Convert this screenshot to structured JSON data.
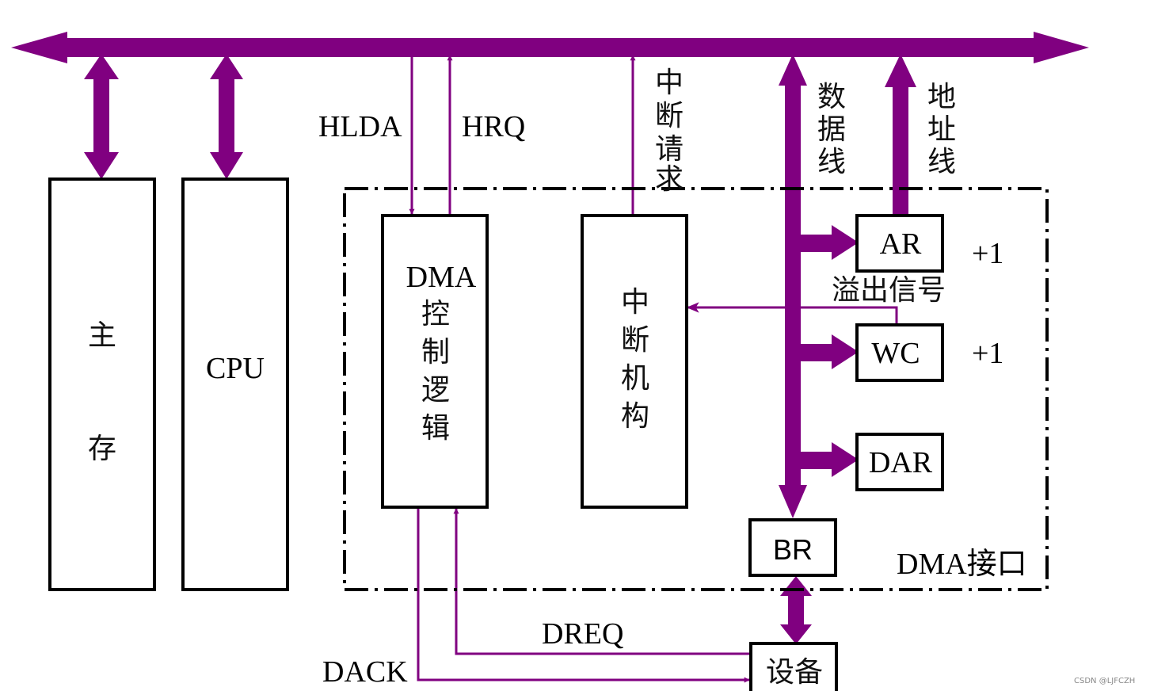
{
  "colors": {
    "bus": "#800080",
    "box_stroke": "#000000",
    "background": "#ffffff"
  },
  "labels": {
    "main_memory": [
      "主",
      "存"
    ],
    "cpu": "CPU",
    "dma_logic_title": "DMA",
    "dma_logic_chars": [
      "控",
      "制",
      "逻",
      "辑"
    ],
    "interrupt_unit": [
      "中",
      "断",
      "机",
      "构"
    ],
    "ar": "AR",
    "wc": "WC",
    "dar": "DAR",
    "br": "BR",
    "device": "设备",
    "dma_interface": "DMA接口",
    "hlda": "HLDA",
    "hrq": "HRQ",
    "interrupt_request": [
      "中",
      "断",
      "请",
      "求"
    ],
    "data_line": [
      "数",
      "据",
      "线"
    ],
    "address_line": [
      "地",
      "址",
      "线"
    ],
    "ar_increment": "+1",
    "wc_increment": "+1",
    "overflow_signal": "溢出信号",
    "dreq": "DREQ",
    "dack": "DACK",
    "watermark": "CSDN @LJFCZH"
  }
}
